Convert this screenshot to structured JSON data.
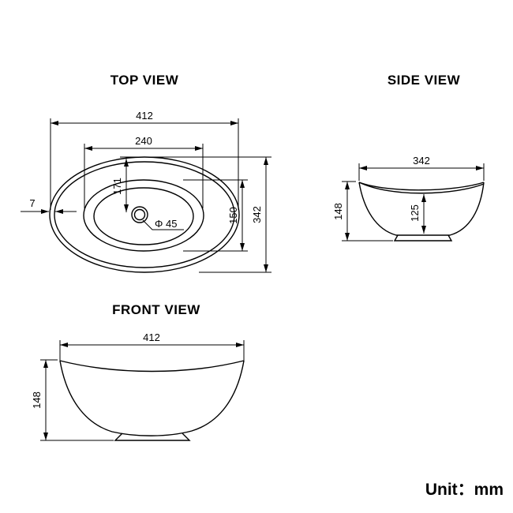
{
  "titles": {
    "top": "TOP VIEW",
    "side": "SIDE VIEW",
    "front": "FRONT VIEW"
  },
  "unit": "Unit：mm",
  "colors": {
    "ink": "#000000",
    "background": "#ffffff"
  },
  "top_view": {
    "overall_width": "412",
    "bowl_width": "240",
    "center_to_edge": "171",
    "bowl_depth": "150",
    "overall_depth": "342",
    "rim_thickness": "7",
    "drain_diameter": "Φ 45"
  },
  "side_view": {
    "overall_width": "342",
    "height": "148",
    "inner_depth": "125"
  },
  "front_view": {
    "overall_width": "412",
    "height": "148"
  }
}
